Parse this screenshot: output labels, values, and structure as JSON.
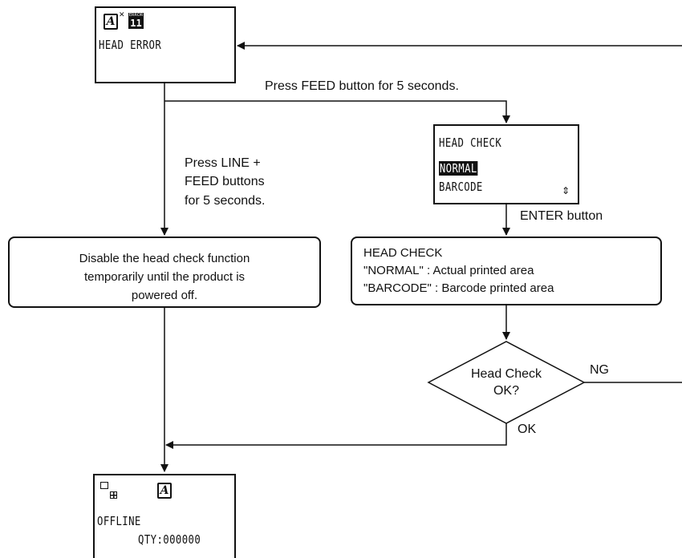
{
  "lcd_error": {
    "error_badge_label": "ERROR",
    "error_code": "11",
    "message": "HEAD ERROR"
  },
  "edges": {
    "press_feed": "Press FEED button for 5 seconds.",
    "press_line_feed": [
      "Press LINE +",
      "FEED buttons",
      "for 5 seconds."
    ],
    "enter_button": "ENTER button",
    "ng": "NG",
    "ok": "OK"
  },
  "lcd_head_check": {
    "title": "HEAD CHECK",
    "options": [
      "NORMAL",
      "BARCODE"
    ],
    "selected_option": "NORMAL",
    "scroll_glyph": "⇕"
  },
  "box_disable": {
    "lines": [
      "Disable the head check function",
      "temporarily until the product is",
      "powered off."
    ]
  },
  "box_head_check_info": {
    "lines": [
      "HEAD CHECK",
      "\"NORMAL\" : Actual printed area",
      "\"BARCODE\" : Barcode printed area"
    ]
  },
  "decision": {
    "lines": [
      "Head Check",
      "OK?"
    ]
  },
  "lcd_offline": {
    "status": "OFFLINE",
    "qty": "QTY:000000"
  }
}
